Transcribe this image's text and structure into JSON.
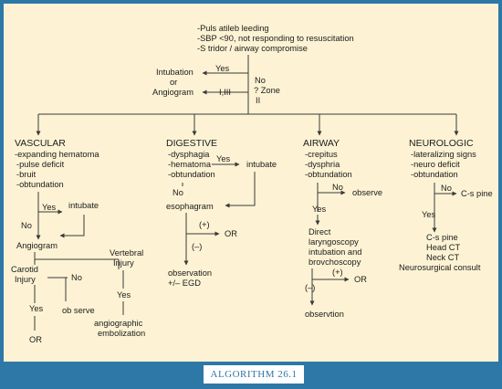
{
  "top": {
    "line1": "-Puls atileb leeding",
    "line2": "-SBP <90, not responding to resuscitation",
    "line3": "-S tridor / airway compromise"
  },
  "top_branch": {
    "yes": "Yes",
    "intubation": "Intubation",
    "or": "or",
    "angiogram": "Angiogram",
    "zones": "I,III",
    "no": "No",
    "zone_q": "? Zone",
    "zone_ii": "II"
  },
  "vascular": {
    "title": "VASCULAR",
    "s1": "-expanding hematoma",
    "s2": "-pulse deficit",
    "s3": "-bruit",
    "s4": "-obtundation",
    "yes": "Yes",
    "intubate": "intubate",
    "no": "No",
    "angiogram": "Angiogram",
    "carotid1": "Carotid",
    "carotid2": "Injury",
    "no2": "No",
    "observe": "ob serve",
    "yes2": "Yes",
    "or": "OR",
    "vert1": "Vertebral",
    "vert2": "Injury",
    "yes3": "Yes",
    "embol1": "angiographic",
    "embol2": "embolization"
  },
  "digestive": {
    "title": "DIGESTIVE",
    "s1": "-dysphagia",
    "s2": "-hematoma",
    "s3": "-obtundation",
    "yes": "Yes",
    "intubate": "intubate",
    "no": "No",
    "esophagram": "esophagram",
    "pos": "(+)",
    "or": "OR",
    "neg": "(–)",
    "obs1": "observation",
    "obs2": "+/– EGD"
  },
  "airway": {
    "title": "AIRWAY",
    "s1": "-crepitus",
    "s2": "-dysphria",
    "s3": "-obtundation",
    "no": "No",
    "observe": "observe",
    "yes": "Yes",
    "d1": "Direct",
    "d2": "laryngoscopy",
    "d3": "intubation and",
    "d4": "brovchoscopy",
    "pos": "(+)",
    "or": "OR",
    "neg": "(–)",
    "obs": "observtion"
  },
  "neurologic": {
    "title": "NEUROLOGIC",
    "s1": "-lateralizing signs",
    "s2": "-neuro deficit",
    "s3": "-obtundation",
    "no": "No",
    "cspine": "C-s pine",
    "yes": "Yes",
    "r1": "C-s pine",
    "r2": "Head CT",
    "r3": "Neck CT",
    "r4": "Neurosurgical consult"
  },
  "caption": "ALGORITHM 26.1"
}
